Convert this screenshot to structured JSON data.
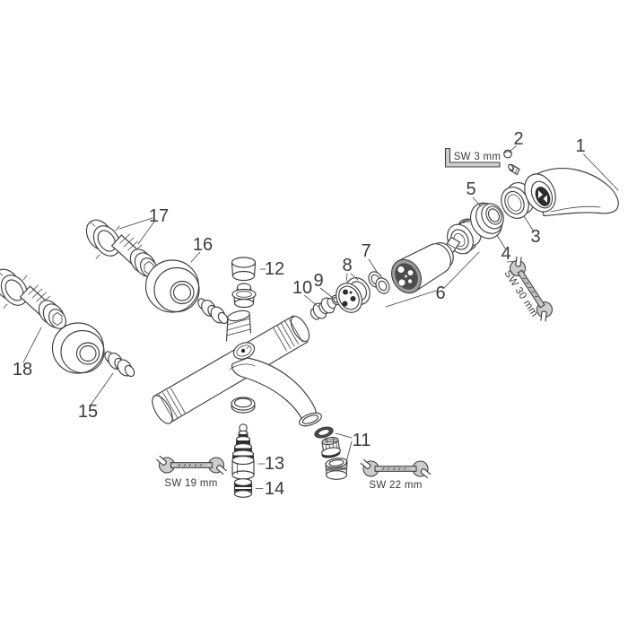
{
  "colors": {
    "line": "#3f3f3f",
    "label_text": "#3a3a3a",
    "tool_fill": "#cdcdcd",
    "dark_fill": "#2d2d2d",
    "mid_gray": "#9b9b9b",
    "background": "#ffffff"
  },
  "diagram": {
    "part_labels": {
      "p1": "1",
      "p2": "2",
      "p3": "3",
      "p4": "4",
      "p5": "5",
      "p6": "6",
      "p7": "7",
      "p8": "8",
      "p9": "9",
      "p10": "10",
      "p11": "11",
      "p12": "12",
      "p13": "13",
      "p14": "14",
      "p15": "15",
      "p16": "16",
      "p17": "17",
      "p18": "18"
    },
    "tools": {
      "allen_key_label": "SW 3 mm",
      "wrench_19_label": "SW 19 mm",
      "wrench_22_label": "SW 22 mm",
      "wrench_30_label": "SW 30 mm"
    }
  }
}
